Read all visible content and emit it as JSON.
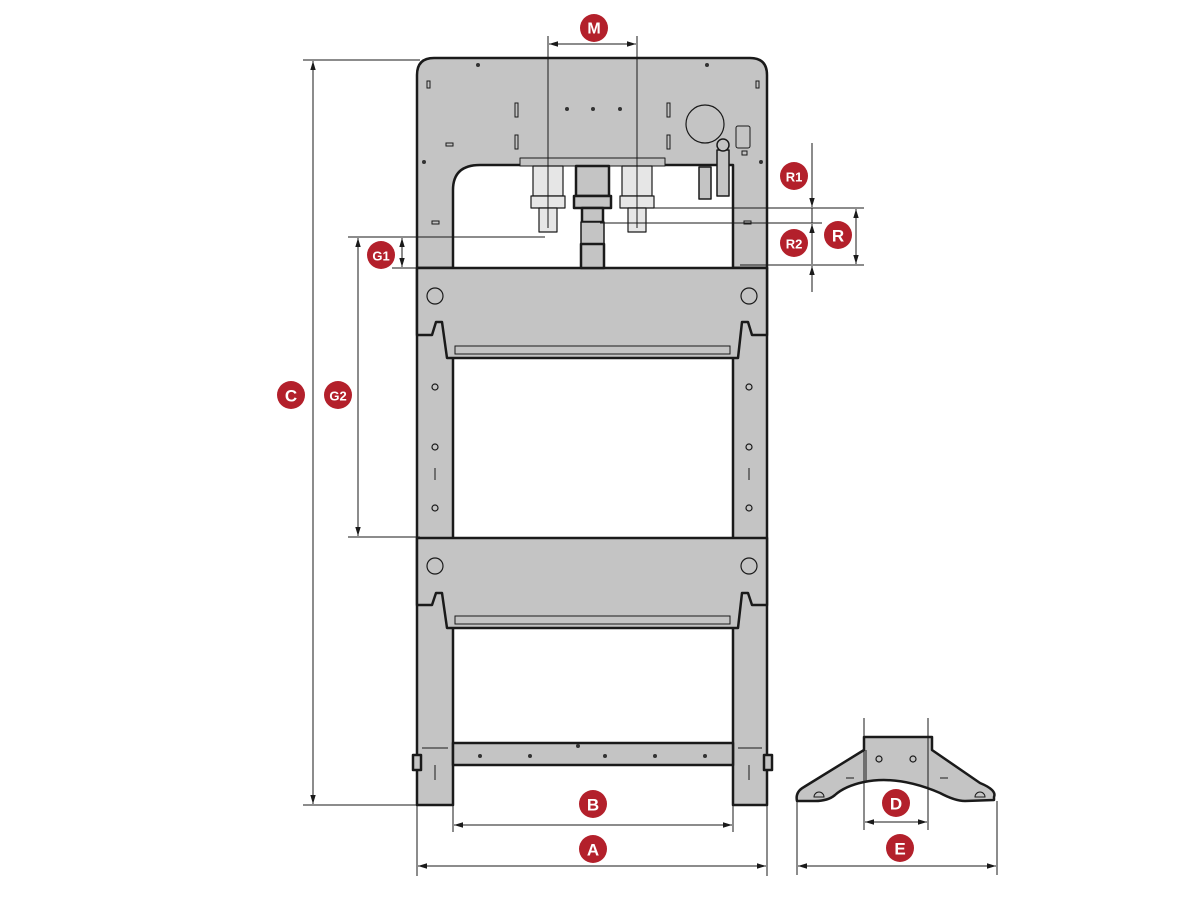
{
  "diagram": {
    "accent_color": "#b3202b",
    "dimension_labels": {
      "M": "M",
      "R1": "R1",
      "R2": "R2",
      "R": "R",
      "G1": "G1",
      "G2": "G2",
      "C": "C",
      "B": "B",
      "A": "A",
      "D": "D",
      "E": "E"
    }
  }
}
